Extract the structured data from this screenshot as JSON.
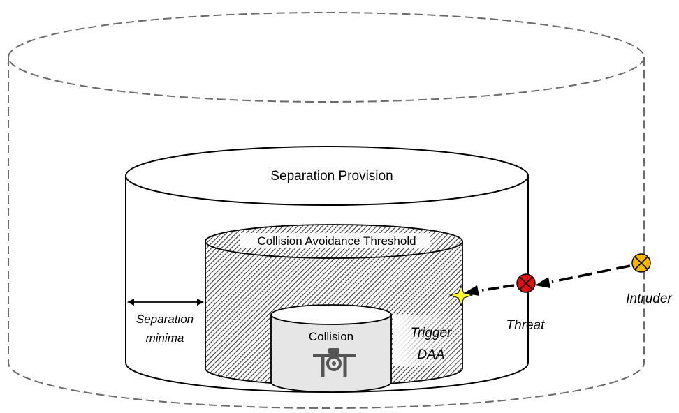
{
  "labels": {
    "separation_provision": "Separation Provision",
    "collision_avoidance_threshold": "Collision Avoidance Threshold",
    "collision": "Collision",
    "separation_minima_line1": "Separation",
    "separation_minima_line2": "minima",
    "trigger_line1": "Trigger",
    "trigger_line2": "DAA",
    "threat": "Threat",
    "intruder": "Intruder"
  },
  "colors": {
    "outline": "#000000",
    "outer_dash": "#6b6b6b",
    "hatch": "#3a3a3a",
    "collision_fill": "#e6e6e6",
    "threat_marker": "#e01010",
    "intruder_marker": "#f5b800",
    "trigger_star": "#ffff33"
  },
  "icons": {
    "drone": "drone-icon",
    "threat": "x-circle-icon",
    "intruder": "x-circle-icon",
    "trigger": "star-icon"
  }
}
